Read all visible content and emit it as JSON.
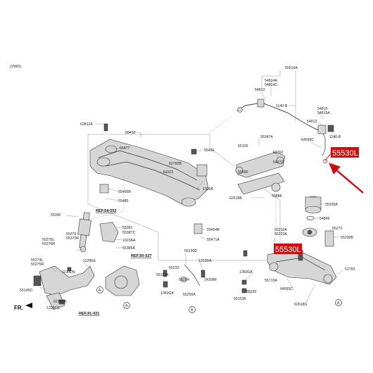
{
  "header": {
    "drive_type": "(2WD)"
  },
  "highlight": {
    "part_number": "55530L"
  },
  "labels": {
    "l55510A": "55510A",
    "l54814A": "54814A",
    "l54814C": "54814C",
    "l54813a": "54813",
    "l1140B_top": "1140-B",
    "l54815": "54815",
    "l54815A": "54815A",
    "l54813b": "54813",
    "l1140B_right": "1140-B",
    "l64599C": "64599C",
    "l62812A": "62812A",
    "l55410": "55410",
    "l55477": "55477",
    "l55456": "55456",
    "l55100": "55100",
    "l55347A": "55347A",
    "l62762": "62762",
    "l62792B": "62792B",
    "l62322": "62322",
    "l1330B": "1330B",
    "l55500": "55500",
    "l5427C": "5427C",
    "l55456B": "55456B",
    "l55485": "55485",
    "l55888": "55888",
    "l62618B": "62618B",
    "l55326A": "55326A",
    "l54849": "54849",
    "l55392": "55392",
    "l55381": "55381",
    "l55387C": "5538TC",
    "l1023AA": "1023AA",
    "l55385A": "55385A",
    "l55370L": "55370L",
    "l55376R": "55376R",
    "l55370": "55370",
    "l55370R": "55370R",
    "l55454B": "55454B",
    "l55471A": "55471A",
    "l55272": "55272",
    "l55230B": "55230B",
    "l55210A": "55210A",
    "l55220A": "55220A",
    "l55230D": "55230D",
    "l55274L": "55274L",
    "l55275R": "55275R",
    "l1129EE": "1129EE",
    "l1130DN": "1130DN",
    "l55233": "55233",
    "l1313DA": "1313DA",
    "l55119A_mid": "55119A",
    "l55254": "55254",
    "l1430BF": "1430BF",
    "l1360GK_mid": "1360GK",
    "l55250A": "55250A",
    "l1360GK_right": "1360GK",
    "l55230": "55230",
    "l55715A": "55715A",
    "l64593C": "64593C",
    "l55119A_right": "55119A",
    "l62618G": "62618G",
    "l52783": "52783",
    "l55145D": "55145D",
    "l62183B": "62183B",
    "l1339CC": "1339CC"
  },
  "refs": {
    "r54553": "REF.54-553",
    "r50527": "REF.50-527",
    "r91921": "REF.91-921"
  },
  "markers": {
    "a": "A"
  },
  "orientation": {
    "front": "FR."
  },
  "colors": {
    "highlight": "#d20d12",
    "line": "#333333",
    "part_fill": "#d6d6d6"
  }
}
